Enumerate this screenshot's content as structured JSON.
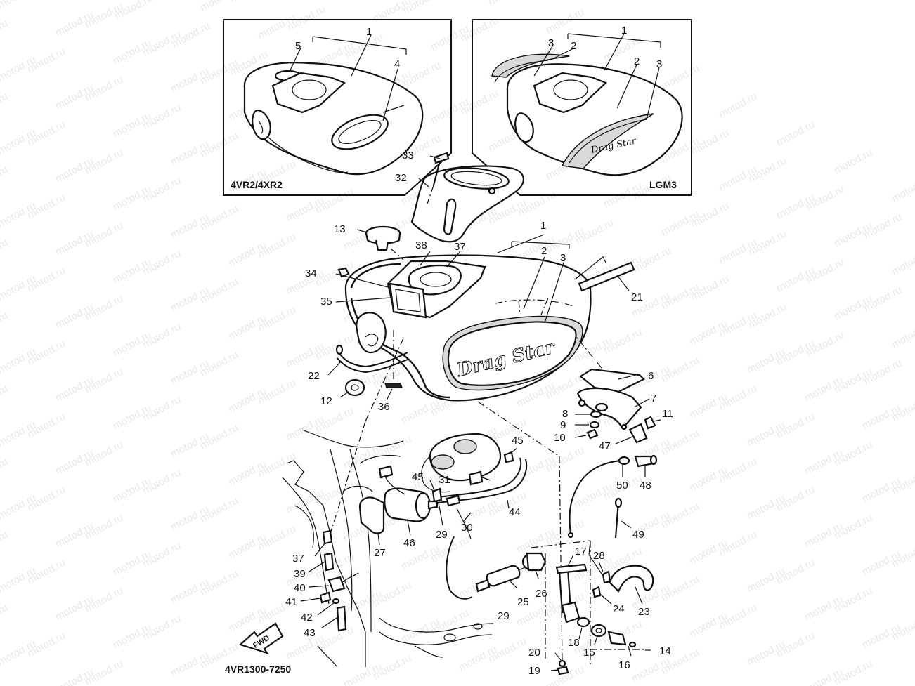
{
  "diagram": {
    "ref_code": "4VR1300-7250",
    "direction_badge": "FWD",
    "watermark": "motod.ru",
    "inset_left_label": "4VR2/4XR2",
    "inset_right_label": "LGM3",
    "tank_logo_text": "Drag Star",
    "callouts": [
      {
        "id": "c1a",
        "text": "1"
      },
      {
        "id": "c4a",
        "text": "4"
      },
      {
        "id": "c5a",
        "text": "5"
      },
      {
        "id": "c1b",
        "text": "1"
      },
      {
        "id": "c2b",
        "text": "2"
      },
      {
        "id": "c2c",
        "text": "2"
      },
      {
        "id": "c3b",
        "text": "3"
      },
      {
        "id": "c3c",
        "text": "3"
      },
      {
        "id": "c33",
        "text": "33"
      },
      {
        "id": "c32",
        "text": "32"
      },
      {
        "id": "c13",
        "text": "13"
      },
      {
        "id": "c38",
        "text": "38"
      },
      {
        "id": "c37",
        "text": "37"
      },
      {
        "id": "c34",
        "text": "34"
      },
      {
        "id": "c35",
        "text": "35"
      },
      {
        "id": "c1",
        "text": "1"
      },
      {
        "id": "c2",
        "text": "2"
      },
      {
        "id": "c3",
        "text": "3"
      },
      {
        "id": "c21",
        "text": "21"
      },
      {
        "id": "c22",
        "text": "22"
      },
      {
        "id": "c12",
        "text": "12"
      },
      {
        "id": "c36",
        "text": "36"
      },
      {
        "id": "c6",
        "text": "6"
      },
      {
        "id": "c7",
        "text": "7"
      },
      {
        "id": "c8",
        "text": "8"
      },
      {
        "id": "c9",
        "text": "9"
      },
      {
        "id": "c10",
        "text": "10"
      },
      {
        "id": "c11",
        "text": "11"
      },
      {
        "id": "c47",
        "text": "47"
      },
      {
        "id": "c45a",
        "text": "45"
      },
      {
        "id": "c45b",
        "text": "45"
      },
      {
        "id": "c31",
        "text": "31"
      },
      {
        "id": "c44",
        "text": "44"
      },
      {
        "id": "c30",
        "text": "30"
      },
      {
        "id": "c29a",
        "text": "29"
      },
      {
        "id": "c46",
        "text": "46"
      },
      {
        "id": "c27",
        "text": "27"
      },
      {
        "id": "c50",
        "text": "50"
      },
      {
        "id": "c48",
        "text": "48"
      },
      {
        "id": "c49",
        "text": "49"
      },
      {
        "id": "c37b",
        "text": "37"
      },
      {
        "id": "c39",
        "text": "39"
      },
      {
        "id": "c40",
        "text": "40"
      },
      {
        "id": "c41",
        "text": "41"
      },
      {
        "id": "c42",
        "text": "42"
      },
      {
        "id": "c43",
        "text": "43"
      },
      {
        "id": "c17",
        "text": "17"
      },
      {
        "id": "c28",
        "text": "28"
      },
      {
        "id": "c26",
        "text": "26"
      },
      {
        "id": "c25",
        "text": "25"
      },
      {
        "id": "c24",
        "text": "24"
      },
      {
        "id": "c23",
        "text": "23"
      },
      {
        "id": "c29b",
        "text": "29"
      },
      {
        "id": "c18",
        "text": "18"
      },
      {
        "id": "c15",
        "text": "15"
      },
      {
        "id": "c14",
        "text": "14"
      },
      {
        "id": "c16",
        "text": "16"
      },
      {
        "id": "c20",
        "text": "20"
      },
      {
        "id": "c19",
        "text": "19"
      }
    ]
  }
}
